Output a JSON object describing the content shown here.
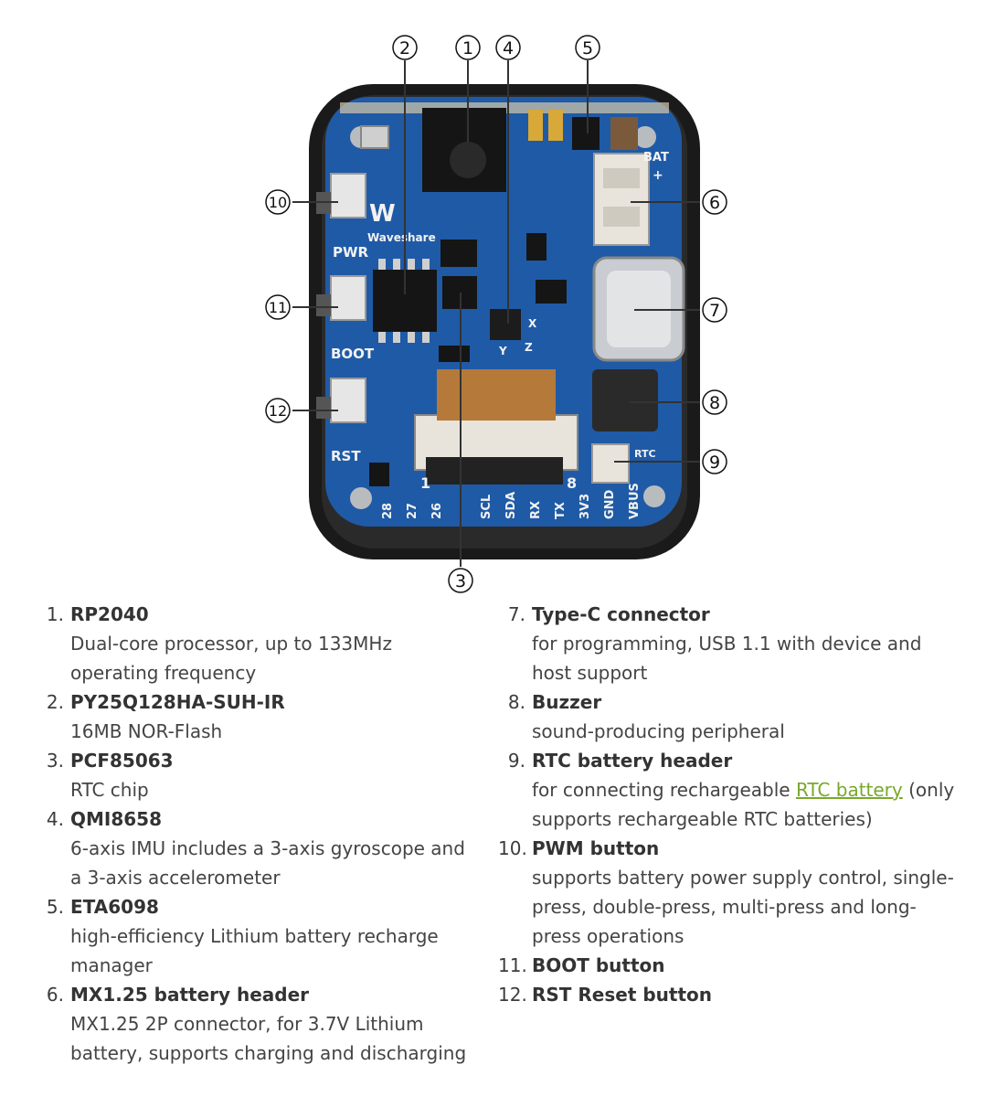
{
  "callouts": [
    "1",
    "2",
    "3",
    "4",
    "5",
    "6",
    "7",
    "8",
    "9",
    "10",
    "11",
    "12"
  ],
  "board": {
    "bat_label": "BAT",
    "plus_label": "+",
    "brand": "Waveshare",
    "brand_logo": "W",
    "pwr_label": "PWR",
    "boot_label": "BOOT",
    "rst_label": "RST",
    "conn_left": "1",
    "conn_right": "8",
    "rtc_label": "RTC",
    "pins": [
      "28",
      "27",
      "26",
      "",
      "SCL",
      "SDA",
      "RX",
      "TX",
      "3V3",
      "GND",
      "VBUS"
    ],
    "axis_x": "X",
    "axis_y": "Y",
    "axis_z": "Z"
  },
  "left_items": [
    {
      "num": "1.",
      "title": "RP2040",
      "desc": "Dual-core processor, up to 133MHz operating frequency"
    },
    {
      "num": "2.",
      "title": "PY25Q128HA-SUH-IR",
      "desc": "16MB NOR-Flash"
    },
    {
      "num": "3.",
      "title": "PCF85063",
      "desc": "RTC chip"
    },
    {
      "num": "4.",
      "title": "QMI8658",
      "desc": "6-axis IMU includes a 3-axis gyroscope and a 3-axis accelerometer"
    },
    {
      "num": "5.",
      "title": "ETA6098",
      "desc": "high-efficiency Lithium battery recharge manager"
    },
    {
      "num": "6.",
      "title": "MX1.25 battery header",
      "desc": "MX1.25 2P connector, for 3.7V Lithium battery, supports charging and discharging"
    }
  ],
  "right_items": [
    {
      "num": "7.",
      "title": "Type-C connector",
      "desc": "for programming, USB 1.1 with device and host support"
    },
    {
      "num": "8.",
      "title": "Buzzer",
      "desc": "sound-producing peripheral"
    },
    {
      "num": "9.",
      "title": "RTC battery header",
      "desc_pre": "for connecting rechargeable ",
      "link": "RTC battery",
      "desc_post": " (only supports rechargeable RTC batteries)"
    },
    {
      "num": "10.",
      "title": "PWM button",
      "desc": "supports battery power supply control, single-press, double-press, multi-press and long-press operations"
    },
    {
      "num": "11.",
      "title": "BOOT button",
      "desc": ""
    },
    {
      "num": "12.",
      "title": "RST Reset button",
      "desc": ""
    }
  ],
  "colors": {
    "board": "#1f5aa6",
    "case": "#1a1a1a",
    "link": "#79a82b"
  }
}
